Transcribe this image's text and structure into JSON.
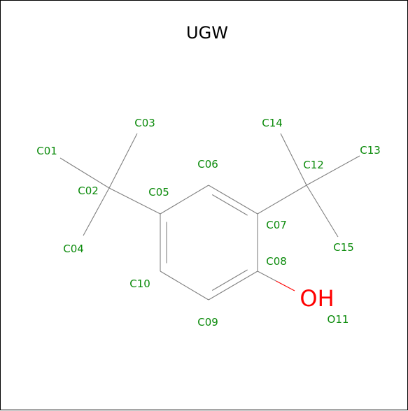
{
  "title": "UGW",
  "colors": {
    "bond": "#808080",
    "atom_label": "#0a8a0a",
    "oxygen": "#ff0000",
    "title": "#000000"
  },
  "atoms": [
    {
      "id": "C01",
      "label": "C01"
    },
    {
      "id": "C02",
      "label": "C02"
    },
    {
      "id": "C03",
      "label": "C03"
    },
    {
      "id": "C04",
      "label": "C04"
    },
    {
      "id": "C05",
      "label": "C05"
    },
    {
      "id": "C06",
      "label": "C06"
    },
    {
      "id": "C07",
      "label": "C07"
    },
    {
      "id": "C08",
      "label": "C08"
    },
    {
      "id": "C09",
      "label": "C09"
    },
    {
      "id": "C10",
      "label": "C10"
    },
    {
      "id": "O11",
      "label": "O11",
      "symbol": "OH"
    },
    {
      "id": "C12",
      "label": "C12"
    },
    {
      "id": "C13",
      "label": "C13"
    },
    {
      "id": "C14",
      "label": "C14"
    },
    {
      "id": "C15",
      "label": "C15"
    }
  ],
  "bonds": [
    {
      "from": "C01",
      "to": "C02",
      "order": 1
    },
    {
      "from": "C03",
      "to": "C02",
      "order": 1
    },
    {
      "from": "C02",
      "to": "C04",
      "order": 1
    },
    {
      "from": "C02",
      "to": "C05",
      "order": 1
    },
    {
      "from": "C05",
      "to": "C06",
      "order": 1
    },
    {
      "from": "C06",
      "to": "C07",
      "order": 2
    },
    {
      "from": "C07",
      "to": "C08",
      "order": 1
    },
    {
      "from": "C08",
      "to": "C09",
      "order": 2
    },
    {
      "from": "C09",
      "to": "C10",
      "order": 1
    },
    {
      "from": "C10",
      "to": "C05",
      "order": 2
    },
    {
      "from": "C08",
      "to": "O11",
      "order": 1
    },
    {
      "from": "C07",
      "to": "C12",
      "order": 1
    },
    {
      "from": "C12",
      "to": "C13",
      "order": 1
    },
    {
      "from": "C12",
      "to": "C14",
      "order": 1
    },
    {
      "from": "C12",
      "to": "C15",
      "order": 1
    }
  ]
}
